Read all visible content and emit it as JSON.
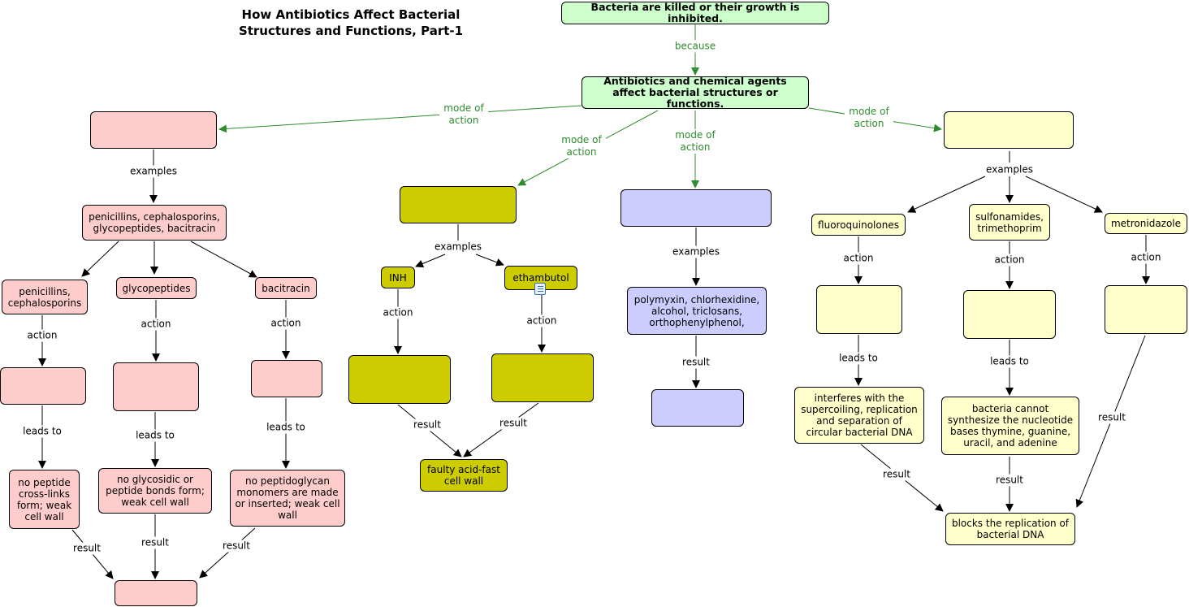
{
  "title": "How Antibiotics Affect Bacterial Structures and Functions, Part-1",
  "colors": {
    "green_box": "#ccffcc",
    "pink_box": "#ffcccc",
    "olive_box": "#cccc00",
    "lavender_box": "#ccccff",
    "yellow_box": "#ffffcc",
    "green_link": "#2e8b2e",
    "black_link": "#000000"
  },
  "nodes": {
    "killed": "Bacteria are killed or their growth is inhibited.",
    "antibiotics": "Antibiotics and chemical agents affect bacterial structures or functions.",
    "pink_top": "",
    "pink_examples": "penicillins, cephalosporins, glycopeptides, bacitracin",
    "penicillins": "penicillins, cephalosporins",
    "glycopeptides": "glycopeptides",
    "bacitracin": "bacitracin",
    "pink_act1": "",
    "pink_act2": "",
    "pink_act3": "",
    "no_peptide": "no peptide cross-links form; weak cell wall",
    "no_glycosidic": "no glycosidic or peptide bonds form; weak cell wall",
    "no_peptidoglycan": "no peptidoglycan monomers are made or inserted; weak cell wall",
    "pink_result": "",
    "olive_top": "",
    "inh": "INH",
    "ethambutol": "ethambutol",
    "olive_act1": "",
    "olive_act2": "",
    "faulty": "faulty acid-fast cell wall",
    "lav_top": "",
    "polymyxin": "polymyxin, chlorhexidine, alcohol, triclosans, orthophenylphenol,",
    "lav_result": "",
    "yellow_top": "",
    "fluoroquinolones": "fluoroquinolones",
    "sulfonamides": "sulfonamides, trimethoprim",
    "metronidazole": "metronidazole",
    "yel_act1": "",
    "yel_act2": "",
    "yel_act3": "",
    "interferes": "interferes with the supercoiling, replication and separation of circular bacterial DNA",
    "cannot_synth": "bacteria cannot synthesize the nucleotide bases thymine, guanine, uracil, and adenine",
    "blocks": "blocks the replication of bacterial DNA"
  },
  "links": {
    "because": "because",
    "mode_of_action": "mode of action",
    "examples": "examples",
    "action": "action",
    "leads_to": "leads to",
    "result": "result"
  }
}
